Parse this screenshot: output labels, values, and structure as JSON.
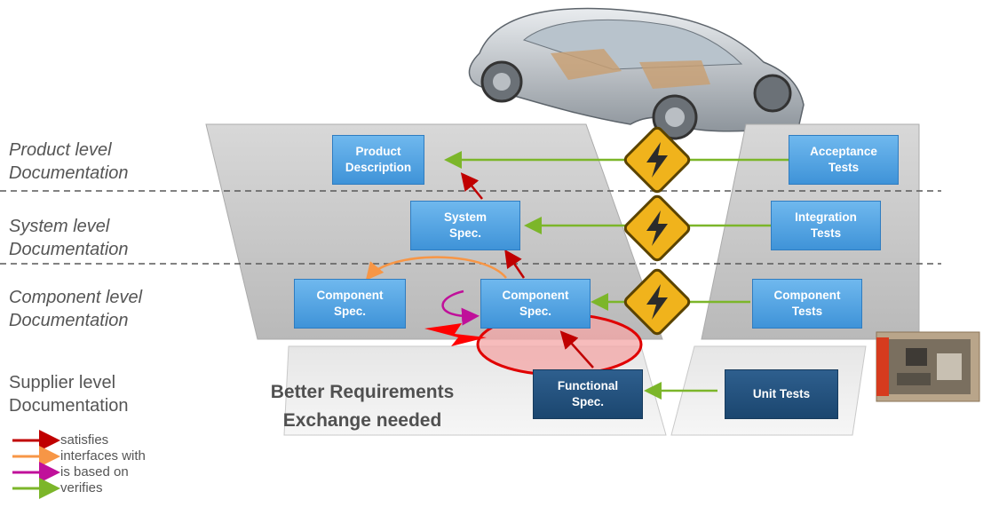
{
  "levels": {
    "product": "Product level\nDocumentation",
    "system": "System level\nDocumentation",
    "component": "Component level\nDocumentation",
    "supplier": "Supplier level\nDocumentation"
  },
  "docs": {
    "product_description": "Product\nDescription",
    "acceptance_tests": "Acceptance\nTests",
    "system_spec": "System\nSpec.",
    "integration_tests": "Integration\nTests",
    "component_spec_left": "Component\nSpec.",
    "component_spec_mid": "Component\nSpec.",
    "component_tests": "Component\nTests",
    "functional_spec": "Functional\nSpec.",
    "unit_tests": "Unit Tests"
  },
  "callout": "Better Requirements\nExchange needed",
  "legend": {
    "satisfies": "satisfies",
    "interfaces_with": "interfaces with",
    "is_based_on": "is based on",
    "verifies": "verifies"
  },
  "colors": {
    "satisfies": "#c00000",
    "interfaces_with": "#f79646",
    "is_based_on": "#c0109a",
    "verifies": "#7cb62a"
  },
  "icons": [
    "car-image",
    "warning-lightning-icon",
    "ecu-board-image"
  ]
}
